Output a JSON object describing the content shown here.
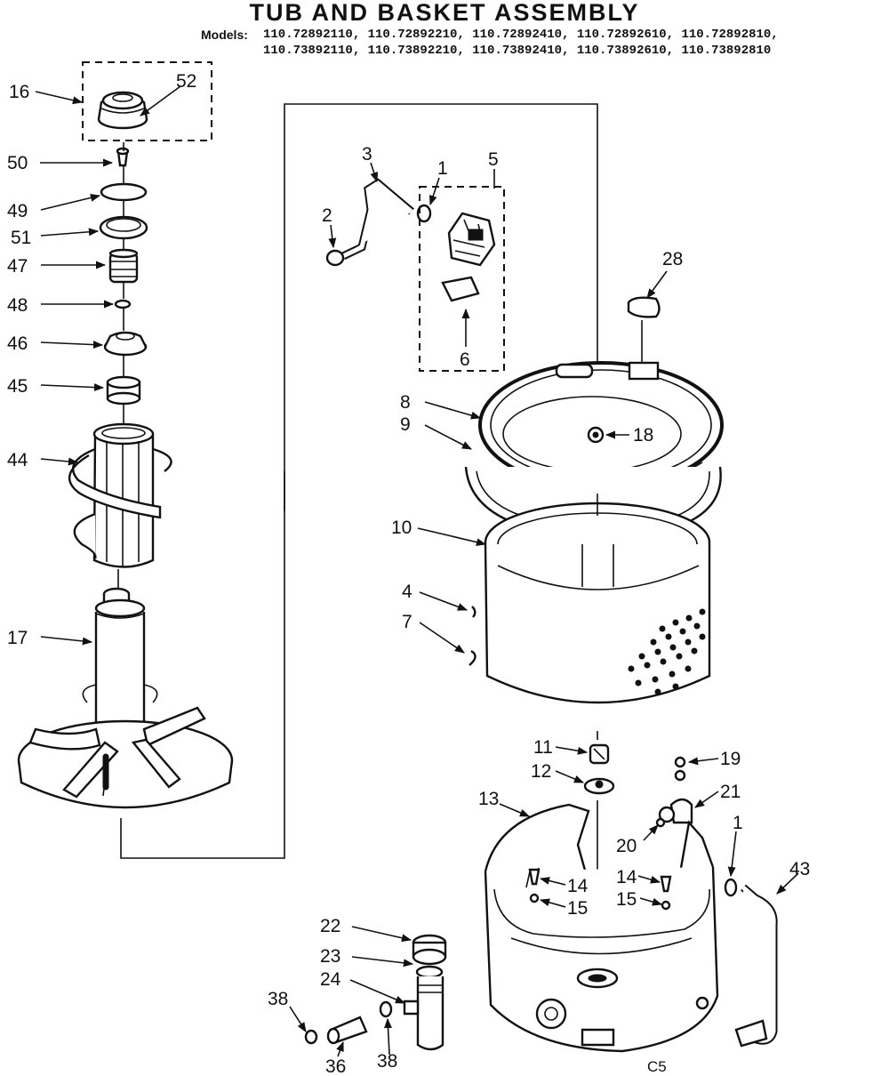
{
  "title": "TUB AND BASKET ASSEMBLY",
  "models_label": "Models:",
  "models_line_1": "110.72892110, 110.72892210, 110.72892410, 110.72892610, 110.72892810,",
  "models_line_2": "110.73892110, 110.73892210, 110.73892410, 110.73892610, 110.73892810",
  "footer_code": "C5",
  "callouts": [
    "16",
    "52",
    "50",
    "49",
    "51",
    "47",
    "48",
    "46",
    "45",
    "44",
    "17",
    "3",
    "2",
    "1",
    "5",
    "6",
    "28",
    "8",
    "9",
    "18",
    "10",
    "4",
    "7",
    "11",
    "12",
    "19",
    "21",
    "13",
    "20",
    "1",
    "43",
    "14",
    "14",
    "15",
    "15",
    "22",
    "23",
    "24",
    "38",
    "36",
    "38"
  ]
}
